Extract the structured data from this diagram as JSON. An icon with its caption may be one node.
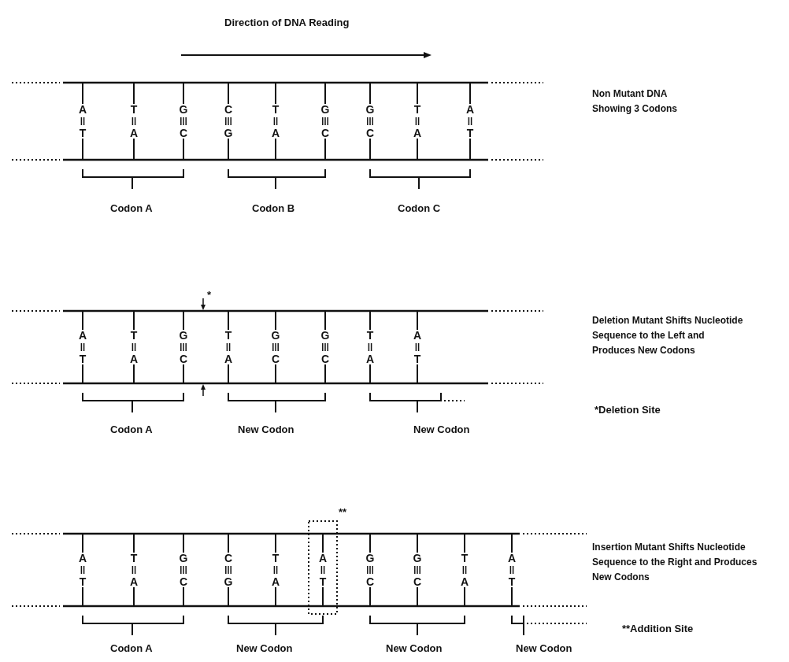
{
  "diagram": {
    "labels": [
      "Direction of DNA Reading",
      "A",
      "T",
      "G",
      "C",
      "T",
      "G",
      "G",
      "T",
      "A",
      "T",
      "A",
      "C",
      "G",
      "A",
      "C",
      "C",
      "A",
      "T",
      "Non Mutant DNA Showing 3 Codons",
      "Codon A",
      "Codon B",
      "Codon C",
      "*",
      "A",
      "T",
      "G",
      "T",
      "G",
      "G",
      "T",
      "A",
      "T",
      "A",
      "C",
      "A",
      "C",
      "C",
      "A",
      "T",
      "Deletion Mutant Shifts Nucleotide Sequence to the Left and Produces New Codons",
      "Codon A",
      "New Codon",
      "New Codon",
      "*Deletion Site",
      "**",
      "A",
      "T",
      "G",
      "C",
      "T",
      "A",
      "G",
      "G",
      "T",
      "A",
      "T",
      "A",
      "C",
      "G",
      "A",
      "T",
      "C",
      "C",
      "A",
      "T",
      "Insertion Mutant Shifts Nucleotide Sequence to the Right and Produces New Codons",
      "Codon A",
      "New Codon",
      "New Codon",
      "New Codon",
      "**Addition Site"
    ]
  }
}
